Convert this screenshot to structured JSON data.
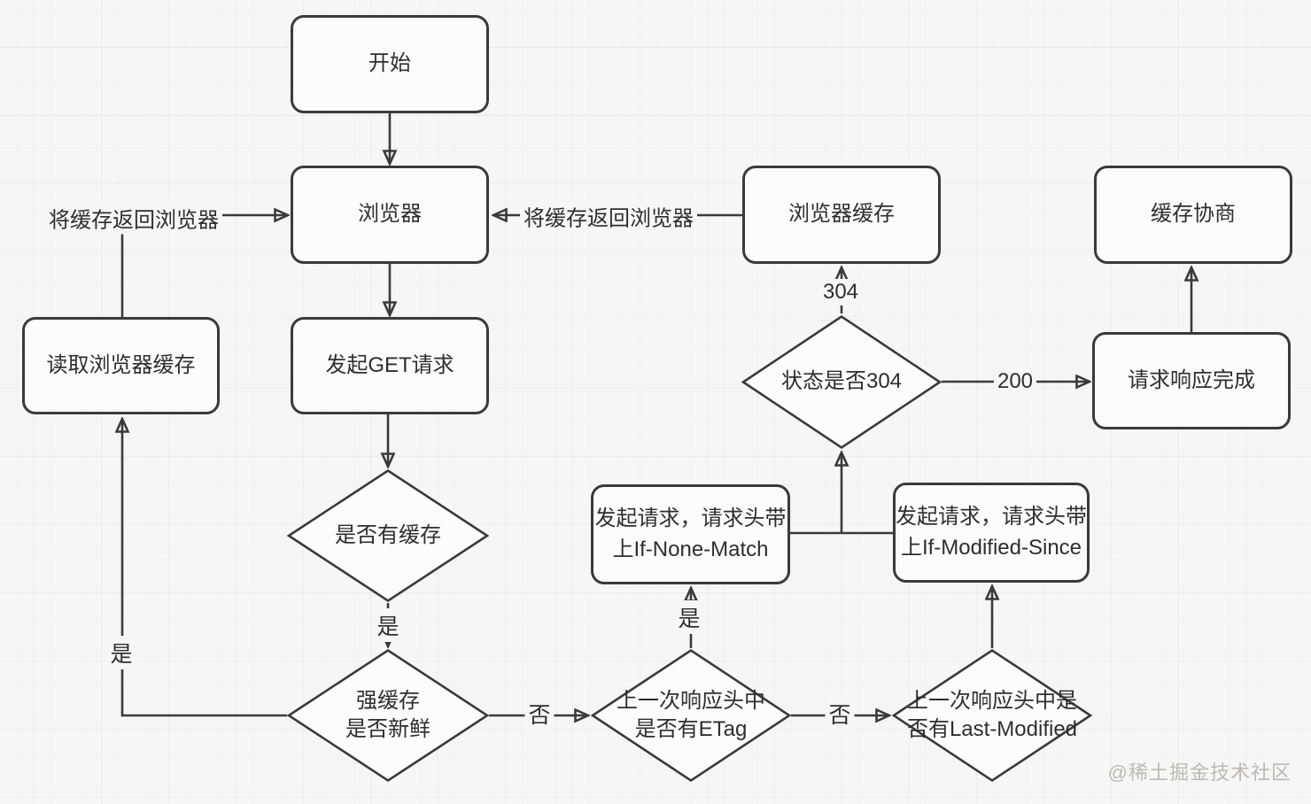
{
  "page": {
    "background_color": "#f7f6f4",
    "grid_color": "#eceae7",
    "line_color": "#3a3a3a",
    "node_fill": "#fcfcfb",
    "text_color": "#2e2e2e",
    "watermark": "@稀土掘金技术社区",
    "watermark_color": "#bcb9b6"
  },
  "nodes": {
    "start": {
      "label": "开始"
    },
    "browser": {
      "label": "浏览器"
    },
    "get_request": {
      "label": "发起GET请求"
    },
    "read_browser_cache": {
      "label": "读取浏览器缓存"
    },
    "browser_cache": {
      "label": "浏览器缓存"
    },
    "cache_negotiation": {
      "label": "缓存协商"
    },
    "response_complete": {
      "label": "请求响应完成"
    },
    "request_if_none_match": {
      "label": "发起请求，请求头带\n上If-None-Match"
    },
    "request_if_modified_since": {
      "label": "发起请求，请求头带\n上If-Modified-Since"
    },
    "has_cache": {
      "label": "是否有缓存"
    },
    "strong_cache_fresh": {
      "label": "强缓存\n是否新鲜"
    },
    "status_is_304": {
      "label": "状态是否304"
    },
    "has_etag": {
      "label": "上一次响应头中\n是否有ETag"
    },
    "has_last_modified": {
      "label": "上一次响应头中是\n否有Last-Modified"
    }
  },
  "edge_labels": {
    "return_cache_to_browser_left": "将缓存返回浏览器",
    "return_cache_to_browser_right": "将缓存返回浏览器",
    "code_304": "304",
    "code_200": "200",
    "yes_has_cache": "是",
    "yes_left_branch": "是",
    "yes_has_etag": "是",
    "no_strong_fresh": "否",
    "no_has_etag": "否"
  }
}
